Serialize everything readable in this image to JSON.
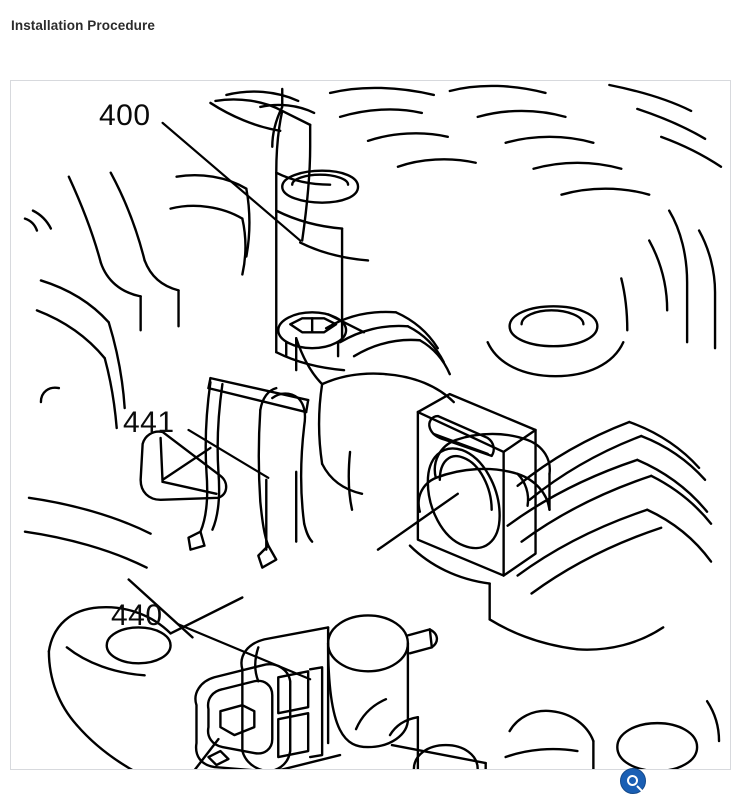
{
  "page": {
    "title": "Installation Procedure",
    "background_color": "#ffffff",
    "title_color": "#2b2b2b"
  },
  "figure": {
    "panel_border_color": "#d7d9dd",
    "panel_background": "#ffffff",
    "line_color": "#000000",
    "description": "Technical line drawing of an engine cylinder head assembly showing the installation location of a sensor, its bracket and mounting boss",
    "callouts": [
      {
        "id": "400",
        "label": "400",
        "target": "engine-cylinder-head-assembly"
      },
      {
        "id": "441",
        "label": "441",
        "target": "sensor-retaining-bracket"
      },
      {
        "id": "440",
        "label": "440",
        "target": "sensor-with-electrical-connector"
      }
    ]
  },
  "controls": {
    "zoom": {
      "icon": "magnifier-icon",
      "color": "#1a5fb4"
    }
  }
}
